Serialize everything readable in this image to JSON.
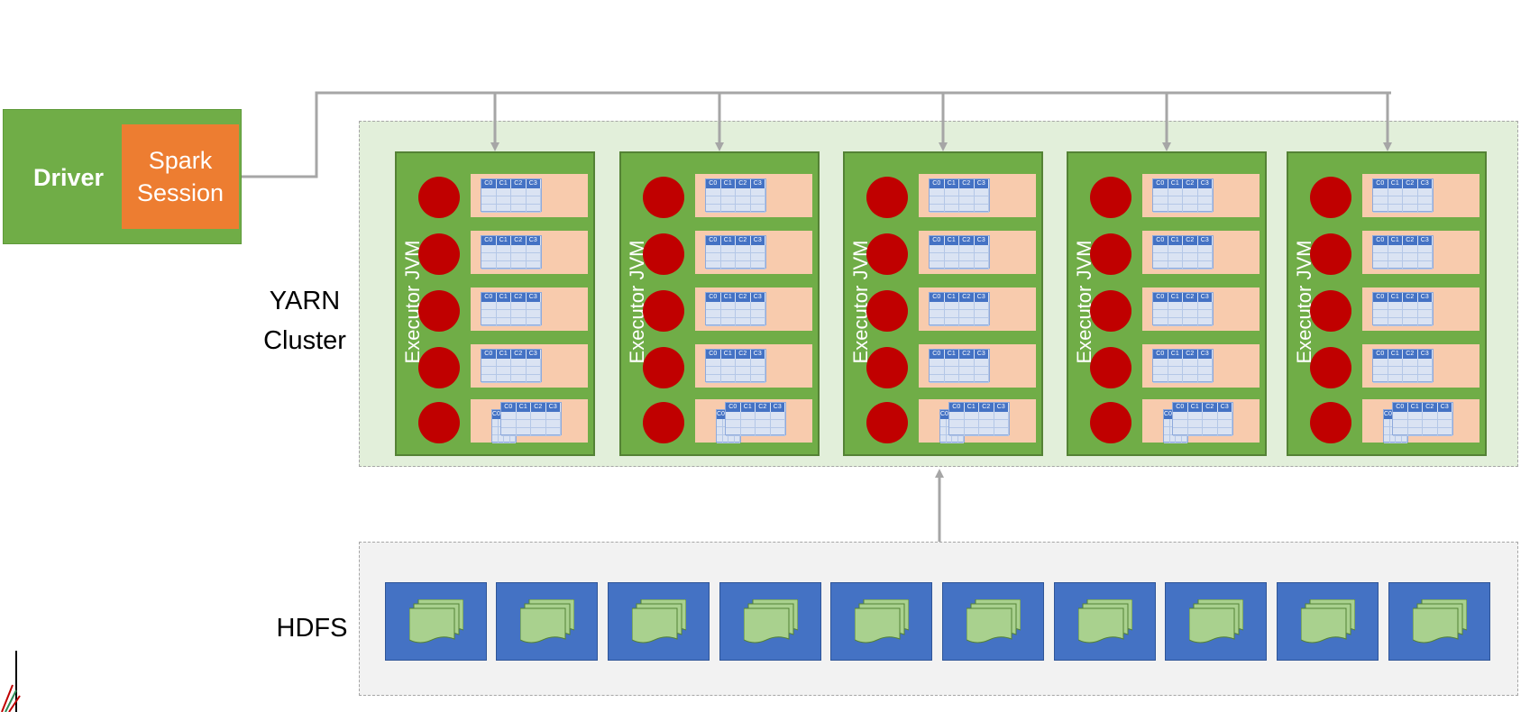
{
  "driver": {
    "label": "Driver",
    "session_label": "Spark\nSession"
  },
  "yarn": {
    "label": "YARN\nCluster"
  },
  "hdfs": {
    "label": "HDFS",
    "block_count": 10
  },
  "executors": [
    {
      "label": "Executor JVM"
    },
    {
      "label": "Executor JVM"
    },
    {
      "label": "Executor JVM"
    },
    {
      "label": "Executor JVM"
    },
    {
      "label": "Executor JVM"
    }
  ],
  "slots_per_executor": 5,
  "table_columns": [
    "C0",
    "C1",
    "C2",
    "C3"
  ],
  "colors": {
    "driver": "#70ad47",
    "session": "#ed7d31",
    "executor": "#70ad47",
    "core": "#c00000",
    "partition": "#f8cbad",
    "table_header": "#4472c4",
    "hdfs_block": "#4472c4",
    "file_icon": "#a9d18e",
    "arrow": "#a6a6a6"
  }
}
